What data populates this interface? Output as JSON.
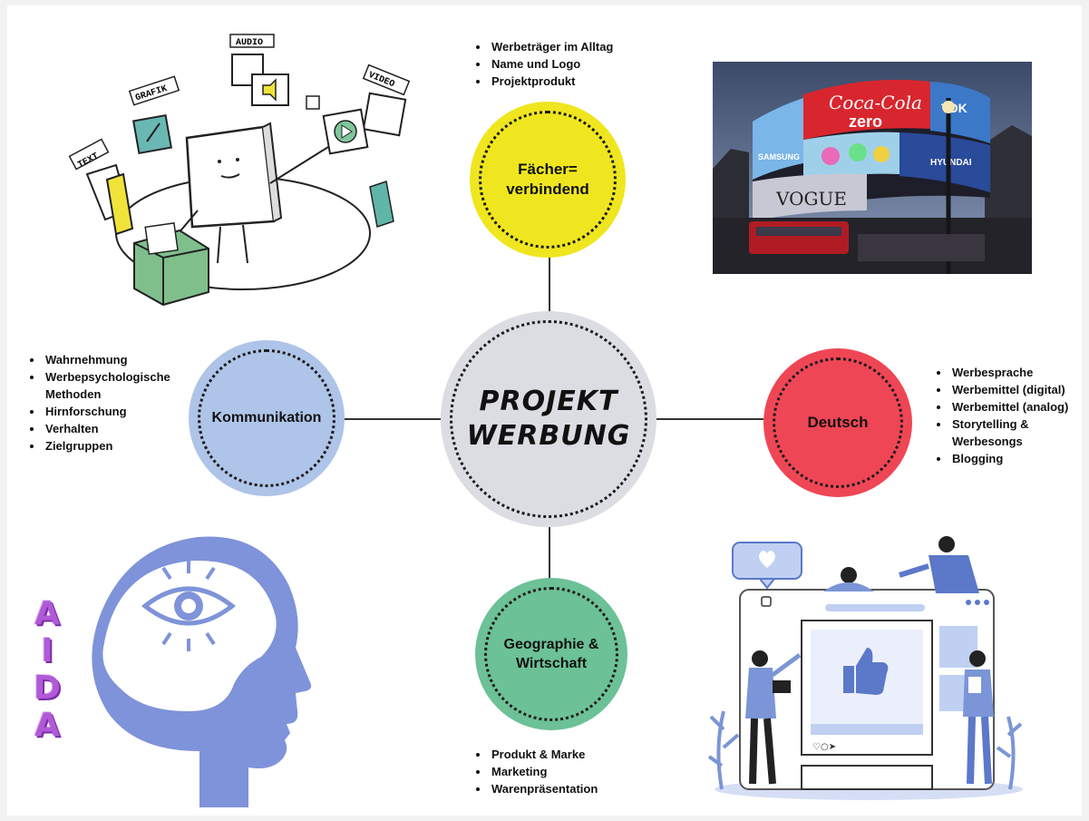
{
  "center": {
    "label_line1": "PROJEKT",
    "label_line2": "WERBUNG",
    "color": "#dcdde2"
  },
  "nodes": {
    "top": {
      "label_line1": "Fächer=",
      "label_line2": "verbindend",
      "color": "#efe61f"
    },
    "left": {
      "label": "Kommunikation",
      "color": "#aec4e8"
    },
    "right": {
      "label": "Deutsch",
      "color": "#ef4655"
    },
    "bottom": {
      "label_line1": "Geographie &",
      "label_line2": "Wirtschaft",
      "color": "#6cc196"
    }
  },
  "lists": {
    "top": [
      "Werbeträger im Alltag",
      "Name und Logo",
      "Projektprodukt"
    ],
    "left": [
      "Wahrnehmung",
      "Werbepsychologische Methoden",
      "Hirnforschung",
      "Verhalten",
      "Zielgruppen"
    ],
    "right": [
      "Werbesprache",
      "Werbemittel (digital)",
      "Werbemittel (analog)",
      "Storytelling & Werbesongs",
      "Blogging"
    ],
    "bottom": [
      "Produkt & Marke",
      "Marketing",
      "Warenpräsentation"
    ]
  },
  "sketch": {
    "text_tag": "TEXT",
    "grafik_tag": "GRAFIK",
    "audio_tag": "AUDIO",
    "video_tag": "VIDEO"
  },
  "photo": {
    "sign_brand": "Coca-Cola",
    "sign_zero": "zero",
    "sign_tdk": "TDK",
    "sign_samsung": "SAMSUNG",
    "sign_hyundai": "HYUNDAI",
    "sign_vogue": "VOGUE"
  },
  "aida": [
    "A",
    "I",
    "D",
    "A"
  ],
  "colors": {
    "head": "#7e93d9",
    "social": "#5b78c9",
    "aida": "#b05ad8"
  }
}
